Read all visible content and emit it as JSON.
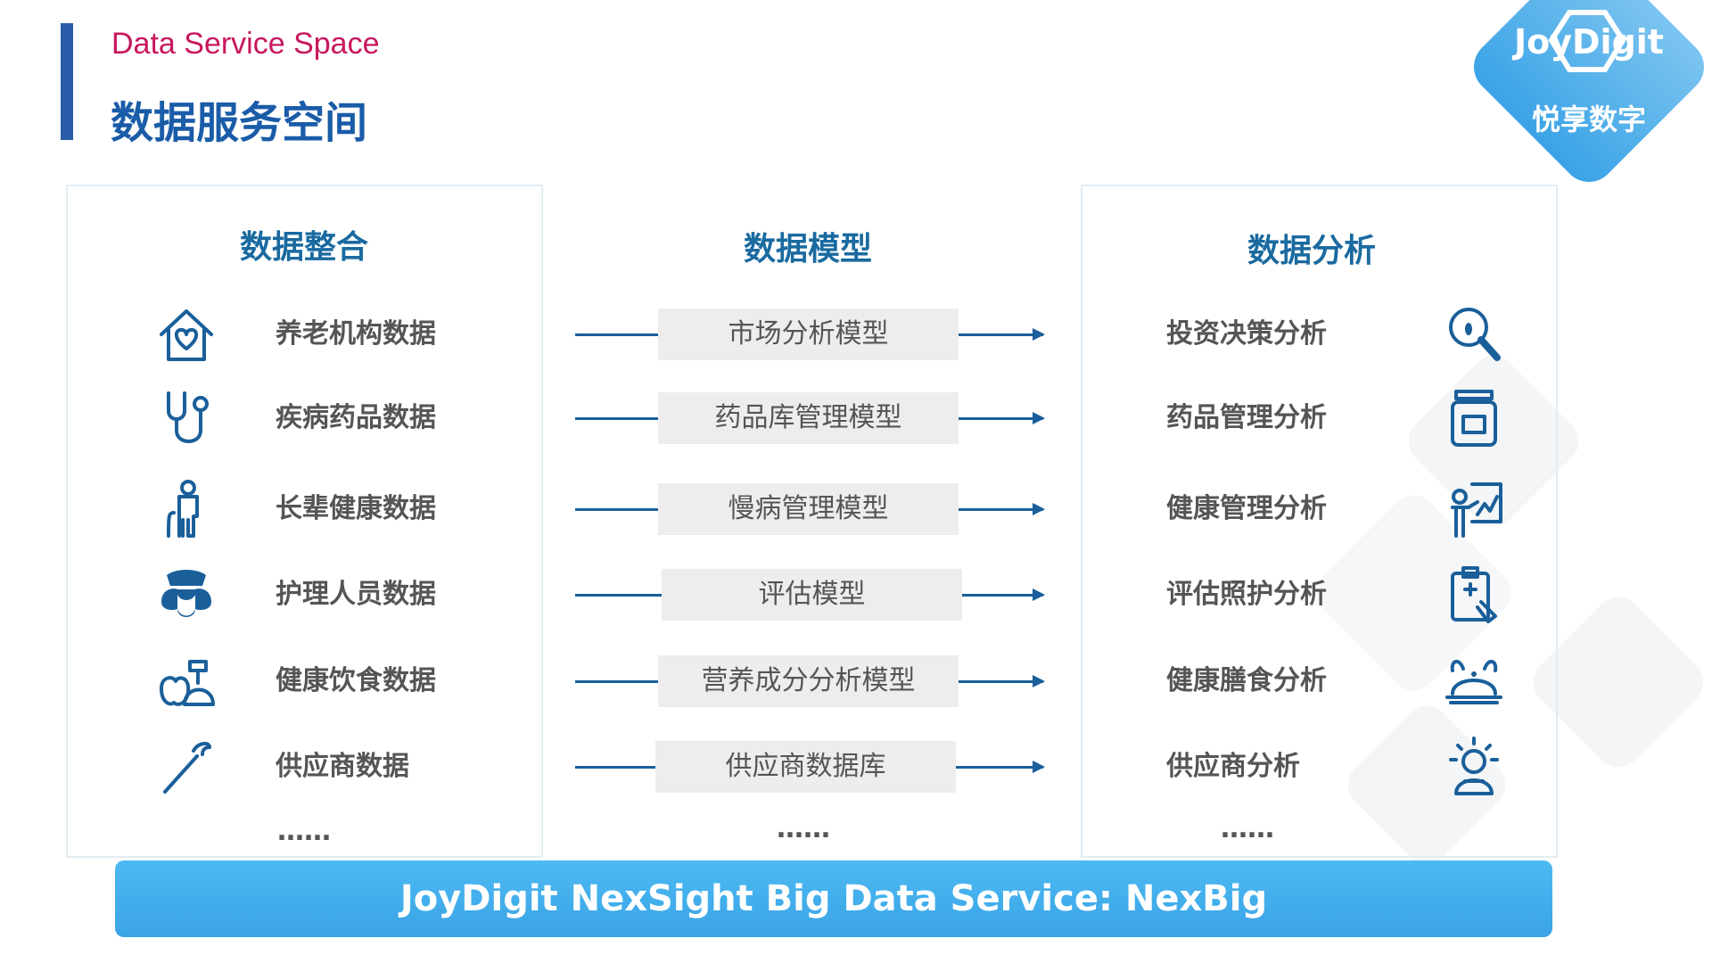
{
  "header": {
    "subtitle": "Data Service Space",
    "title": "数据服务空间"
  },
  "logo": {
    "text_en": "JoyDigit",
    "text_cn": "悦享数字"
  },
  "columns": {
    "integration": {
      "heading": "数据整合",
      "items": [
        {
          "label": "养老机构数据",
          "icon": "house-heart-icon"
        },
        {
          "label": "疾病药品数据",
          "icon": "stethoscope-icon"
        },
        {
          "label": "长辈健康数据",
          "icon": "elder-cane-icon"
        },
        {
          "label": "护理人员数据",
          "icon": "nurse-icon"
        },
        {
          "label": "健康饮食数据",
          "icon": "food-apple-icon"
        },
        {
          "label": "供应商数据",
          "icon": "wrench-icon"
        }
      ],
      "more": "……"
    },
    "model": {
      "heading": "数据模型",
      "items": [
        {
          "label": "市场分析模型"
        },
        {
          "label": "药品库管理模型"
        },
        {
          "label": "慢病管理模型"
        },
        {
          "label": "评估模型"
        },
        {
          "label": "营养成分分析模型"
        },
        {
          "label": "供应商数据库"
        }
      ],
      "more": "……"
    },
    "analysis": {
      "heading": "数据分析",
      "items": [
        {
          "label": "投资决策分析",
          "icon": "magnifier-footprint-icon"
        },
        {
          "label": "药品管理分析",
          "icon": "medicine-bottle-icon"
        },
        {
          "label": "健康管理分析",
          "icon": "presenter-chart-icon"
        },
        {
          "label": "评估照护分析",
          "icon": "clipboard-medical-icon"
        },
        {
          "label": "健康膳食分析",
          "icon": "food-platter-icon"
        },
        {
          "label": "供应商分析",
          "icon": "supplier-person-icon"
        }
      ],
      "more": "……"
    }
  },
  "banner": {
    "text": "JoyDigit NexSight Big Data Service: NexBig"
  },
  "colors": {
    "primary": "#1a5ca8",
    "accent": "#c8175d",
    "banner": "#3aa3e6",
    "text": "#555555"
  }
}
